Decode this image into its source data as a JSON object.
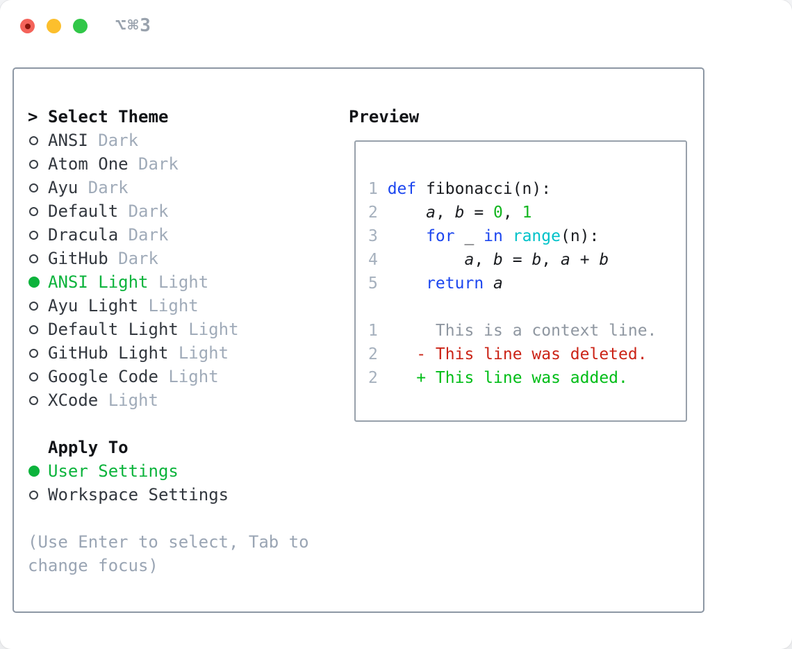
{
  "titlebar": {
    "shortcut": "⌥⌘3"
  },
  "select_theme": {
    "marker": ">",
    "header": "Select Theme",
    "items": [
      {
        "name": "ANSI",
        "variant": "Dark",
        "selected": false
      },
      {
        "name": "Atom One",
        "variant": "Dark",
        "selected": false
      },
      {
        "name": "Ayu",
        "variant": "Dark",
        "selected": false
      },
      {
        "name": "Default",
        "variant": "Dark",
        "selected": false
      },
      {
        "name": "Dracula",
        "variant": "Dark",
        "selected": false
      },
      {
        "name": "GitHub",
        "variant": "Dark",
        "selected": false
      },
      {
        "name": "ANSI Light",
        "variant": "Light",
        "selected": true
      },
      {
        "name": "Ayu Light",
        "variant": "Light",
        "selected": false
      },
      {
        "name": "Default Light",
        "variant": "Light",
        "selected": false
      },
      {
        "name": "GitHub Light",
        "variant": "Light",
        "selected": false
      },
      {
        "name": "Google Code",
        "variant": "Light",
        "selected": false
      },
      {
        "name": "XCode",
        "variant": "Light",
        "selected": false
      }
    ]
  },
  "apply_to": {
    "header": "Apply To",
    "options": [
      {
        "label": "User Settings",
        "selected": true
      },
      {
        "label": "Workspace Settings",
        "selected": false
      }
    ]
  },
  "hint": {
    "line1": "(Use Enter to select, Tab to",
    "line2": "change focus)"
  },
  "preview": {
    "title": "Preview",
    "code": [
      {
        "num": "1",
        "tokens": [
          {
            "c": "kw",
            "t": "def"
          },
          {
            "c": "pl",
            "t": " fibonacci(n):"
          }
        ]
      },
      {
        "num": "2",
        "tokens": [
          {
            "c": "pl",
            "t": "    "
          },
          {
            "c": "var",
            "t": "a"
          },
          {
            "c": "pl",
            "t": ", "
          },
          {
            "c": "var",
            "t": "b"
          },
          {
            "c": "pl",
            "t": " = "
          },
          {
            "c": "num",
            "t": "0"
          },
          {
            "c": "pl",
            "t": ", "
          },
          {
            "c": "num",
            "t": "1"
          }
        ]
      },
      {
        "num": "3",
        "tokens": [
          {
            "c": "pl",
            "t": "    "
          },
          {
            "c": "kw",
            "t": "for"
          },
          {
            "c": "pl",
            "t": " _ "
          },
          {
            "c": "kw",
            "t": "in"
          },
          {
            "c": "pl",
            "t": " "
          },
          {
            "c": "fn",
            "t": "range"
          },
          {
            "c": "pl",
            "t": "(n):"
          }
        ]
      },
      {
        "num": "4",
        "tokens": [
          {
            "c": "pl",
            "t": "        "
          },
          {
            "c": "var",
            "t": "a"
          },
          {
            "c": "pl",
            "t": ", "
          },
          {
            "c": "var",
            "t": "b"
          },
          {
            "c": "pl",
            "t": " = "
          },
          {
            "c": "var",
            "t": "b"
          },
          {
            "c": "pl",
            "t": ", "
          },
          {
            "c": "var",
            "t": "a"
          },
          {
            "c": "pl",
            "t": " + "
          },
          {
            "c": "var",
            "t": "b"
          }
        ]
      },
      {
        "num": "5",
        "tokens": [
          {
            "c": "pl",
            "t": "    "
          },
          {
            "c": "kw",
            "t": "return"
          },
          {
            "c": "pl",
            "t": " "
          },
          {
            "c": "var",
            "t": "a"
          }
        ]
      }
    ],
    "diff": [
      {
        "num": "1",
        "type": "context",
        "text": "     This is a context line."
      },
      {
        "num": "2",
        "type": "deleted",
        "text": "   - This line was deleted."
      },
      {
        "num": "2",
        "type": "added",
        "text": "   + This line was added."
      }
    ]
  },
  "colors": {
    "accent_green": "#0cb33c",
    "keyword_blue": "#1c46ef",
    "function_cyan": "#00c2c9",
    "number_green": "#13b520",
    "diff_added_green": "#00bd17",
    "diff_deleted_red": "#cb2417",
    "muted_gray": "#a0abb9",
    "text_dark": "#33383f",
    "border_gray": "#8d97a4",
    "traffic_red": "#f4635a",
    "traffic_yellow": "#fcbf2d",
    "traffic_green": "#31c748"
  }
}
